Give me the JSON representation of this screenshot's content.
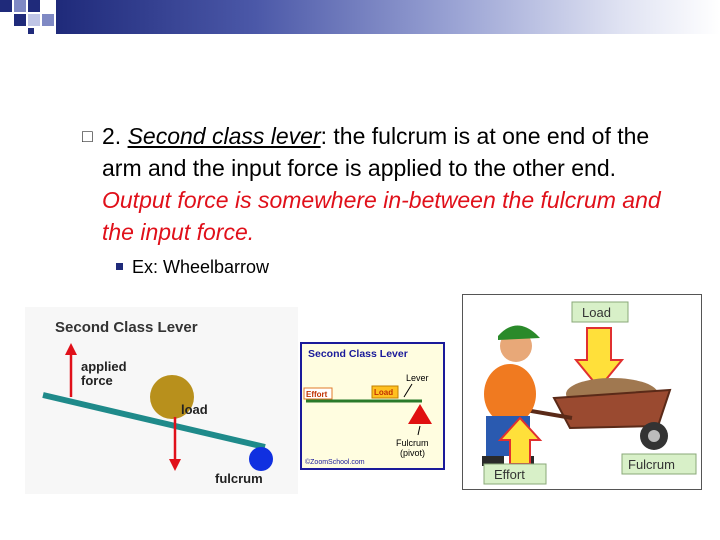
{
  "slide": {
    "bullet_number": "2.",
    "term": "Second class lever",
    "colon": ":",
    "body_text": " the fulcrum is at one end of the arm and the input force is applied to the other end.",
    "highlight_text": "Output force is somewhere in-between the fulcrum and the input force.",
    "sub_bullet": "Ex: Wheelbarrow"
  },
  "figure_left": {
    "title": "Second Class Lever",
    "applied_label_1": "applied",
    "applied_label_2": "force",
    "load_label": "load",
    "fulcrum_label": "fulcrum"
  },
  "figure_middle": {
    "title": "Second Class Lever",
    "effort_label": "Effort",
    "load_label": "Load",
    "lever_label": "Lever",
    "fulcrum_label": "Fulcrum",
    "pivot_label": "(pivot)",
    "copyright": "©ZoomSchool.com"
  },
  "figure_right": {
    "load_label": "Load",
    "effort_label": "Effort",
    "fulcrum_label": "Fulcrum"
  },
  "colors": {
    "header_dark": "#1f2a7a",
    "highlight_red": "#e0101a"
  }
}
